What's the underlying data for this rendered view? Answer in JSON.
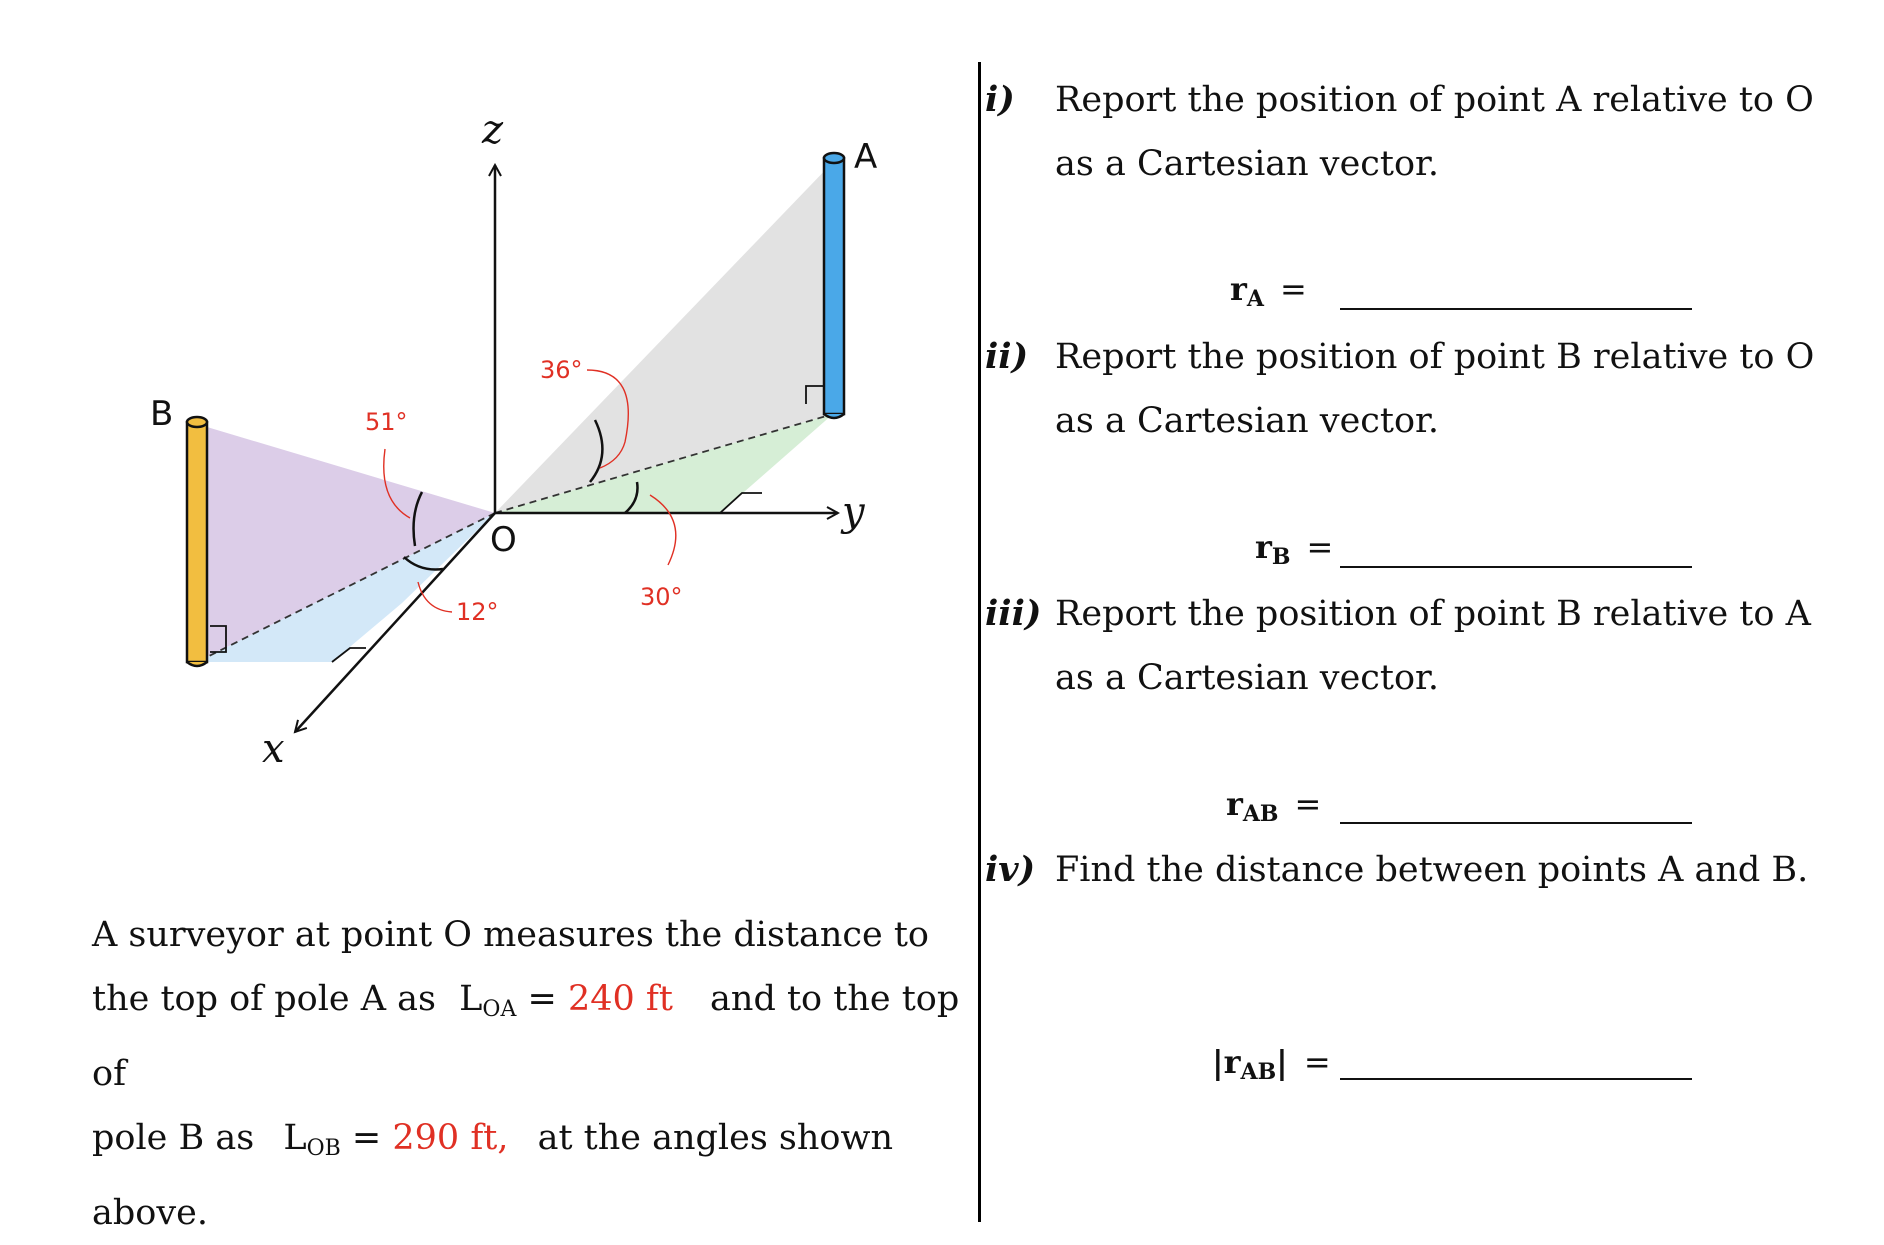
{
  "diagram": {
    "axes": {
      "x": "x",
      "y": "y",
      "z": "z"
    },
    "points": {
      "origin": "O",
      "A": "A",
      "B": "B"
    },
    "angles": [
      "36°",
      "51°",
      "30°",
      "12°"
    ],
    "colors": {
      "pole_A": "#4AA8E8",
      "pole_B": "#F2BE40",
      "plane_A": "#E2E2E2",
      "plane_A_floor": "#D6EED6",
      "plane_B": "#DCCDE8",
      "plane_B_floor": "#D3E8F8",
      "angle_labels": "#E03024"
    }
  },
  "questions": [
    {
      "num": "i)",
      "text": "Report the position of point A relative to O as a Cartesian vector.",
      "answer_label": "r",
      "answer_sub": "A",
      "equals": "="
    },
    {
      "num": "ii)",
      "text": "Report the position of point B relative to O as a Cartesian vector.",
      "answer_label": "r",
      "answer_sub": "B",
      "equals": "="
    },
    {
      "num": "iii)",
      "text": "Report the position of point B relative to A as a Cartesian vector.",
      "answer_label": "r",
      "answer_sub": "AB",
      "equals": "="
    },
    {
      "num": "iv)",
      "text": "Find the distance between points A and B.",
      "answer_label": "|r",
      "answer_sub": "AB",
      "answer_close": "|",
      "equals": "="
    }
  ],
  "problem": {
    "line1": "A surveyor at point O measures the distance to",
    "line2_pre": "the top of pole A as",
    "L_OA_label": "L",
    "L_OA_sub": "OA",
    "equals": "=",
    "L_OA_value": "240 ft",
    "line2_post": "and to the top of",
    "line3_pre": "pole B as",
    "L_OB_label": "L",
    "L_OB_sub": "OB",
    "L_OB_value": "290 ft,",
    "line3_post": "at the angles shown above."
  }
}
